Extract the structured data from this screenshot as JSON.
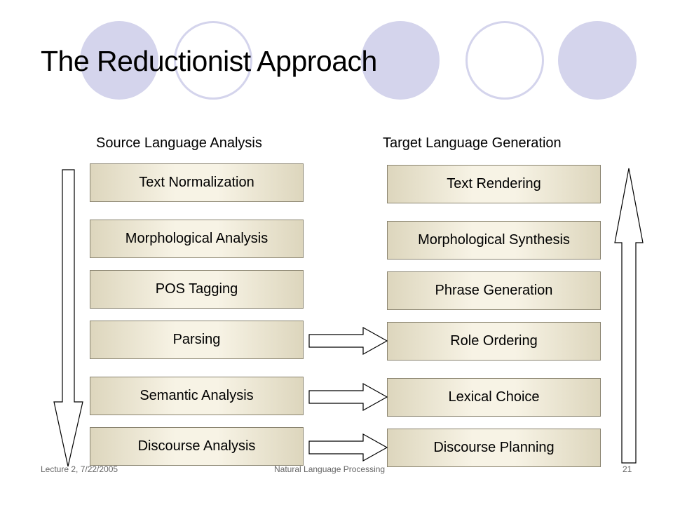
{
  "title": "The Reductionist Approach",
  "columns": {
    "source_heading": "Source Language Analysis",
    "target_heading": "Target Language Generation"
  },
  "analysis_steps": [
    "Text Normalization",
    "Morphological Analysis",
    "POS Tagging",
    "Parsing",
    "Semantic Analysis",
    "Discourse Analysis"
  ],
  "generation_steps": [
    "Text Rendering",
    "Morphological Synthesis",
    "Phrase Generation",
    "Role Ordering",
    "Lexical Choice",
    "Discourse Planning"
  ],
  "footer": {
    "left": "Lecture 2, 7/22/2005",
    "center": "Natural Language Processing",
    "page": "21"
  },
  "colors": {
    "circle_accent": "#d4d4ec",
    "box_fill": "#f7f3e5",
    "box_edge": "#ddd6bd"
  }
}
